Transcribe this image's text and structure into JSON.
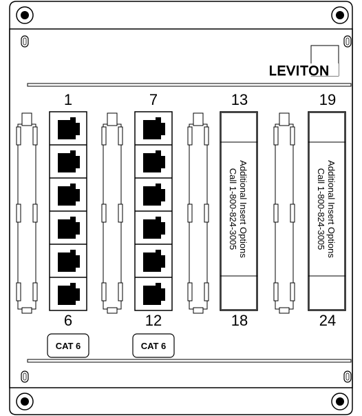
{
  "brand": {
    "logo": "LEVITON"
  },
  "columns": [
    {
      "start_label": "1",
      "end_label": "6",
      "type": "jacks",
      "jack_count": 6,
      "badge": "CAT 6"
    },
    {
      "start_label": "7",
      "end_label": "12",
      "type": "jacks",
      "jack_count": 6,
      "badge": "CAT 6"
    },
    {
      "start_label": "13",
      "end_label": "18",
      "type": "insert",
      "insert_line1": "Additional Insert Options",
      "insert_line2": "Call 1-800-824-3005"
    },
    {
      "start_label": "19",
      "end_label": "24",
      "type": "insert",
      "insert_line1": "Additional Insert Options",
      "insert_line2": "Call 1-800-824-3005"
    }
  ],
  "colors": {
    "line": "#000000",
    "panel": "#ffffff",
    "jack_fill": "#000000"
  }
}
